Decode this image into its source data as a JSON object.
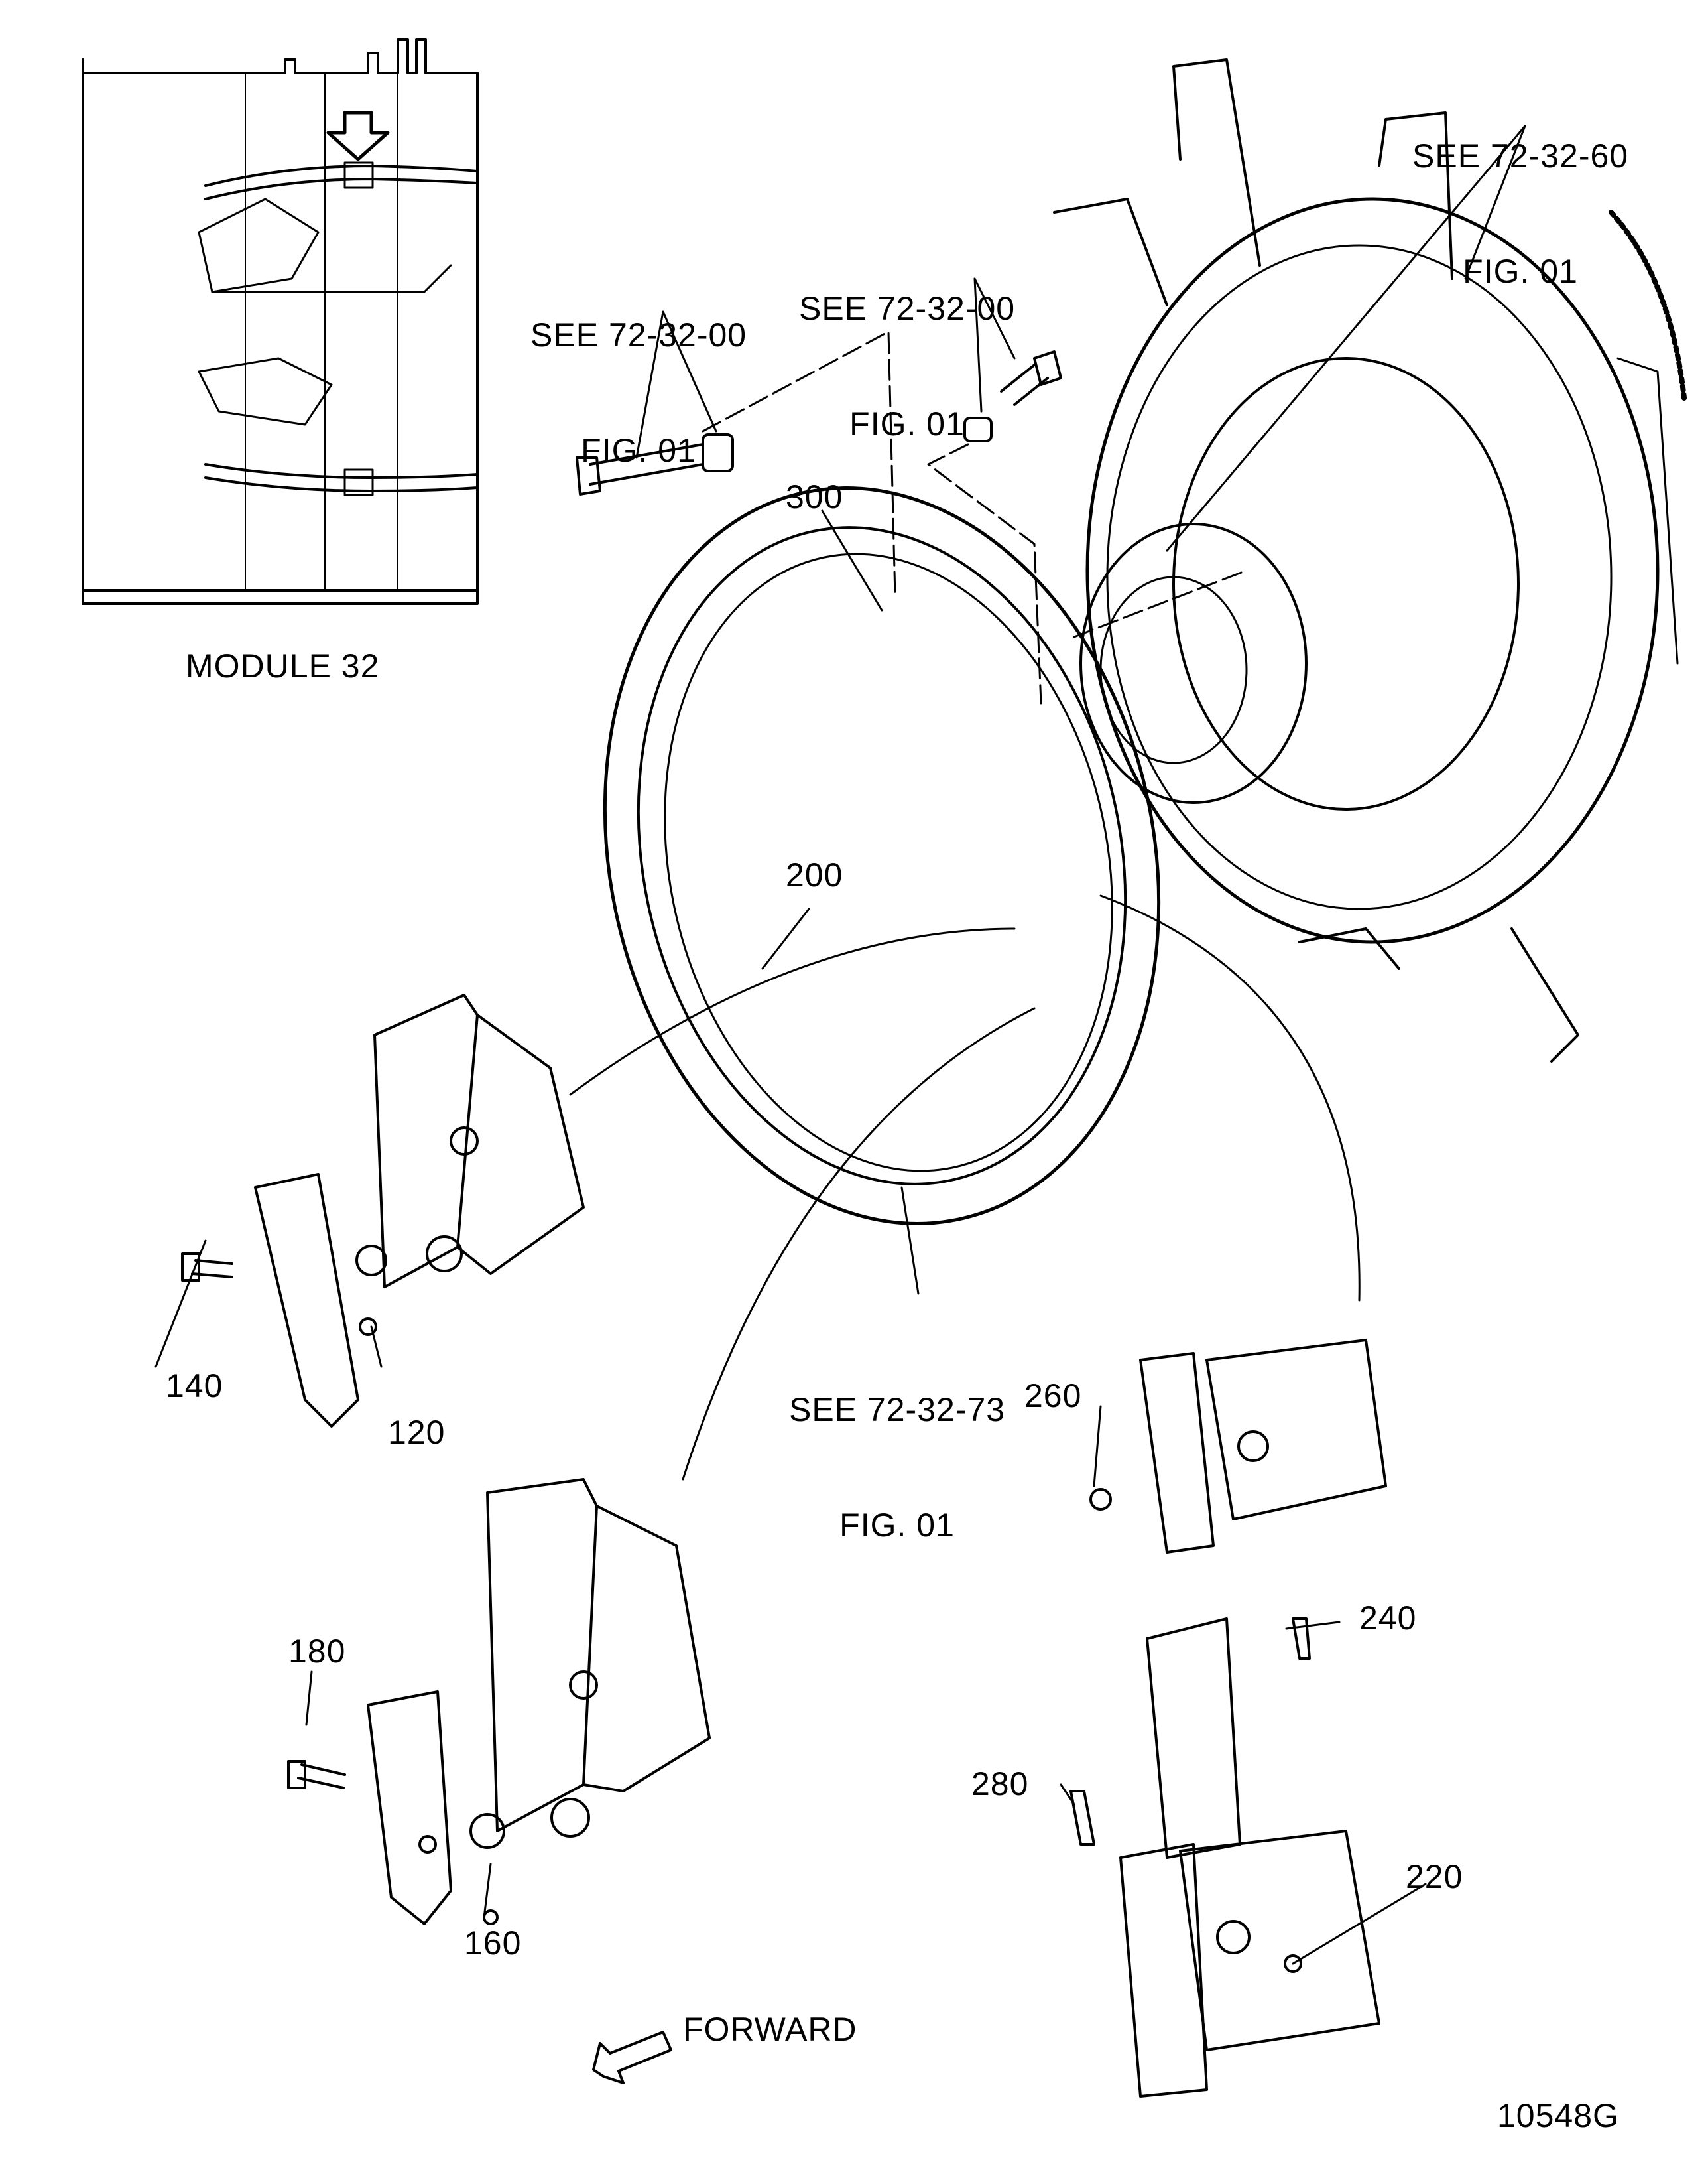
{
  "figure_id": "10548G",
  "inset": {
    "caption": "MODULE 32"
  },
  "references": [
    {
      "id": "ref-72-32-60",
      "line1": "SEE 72-32-60",
      "line2": "FIG. 01"
    },
    {
      "id": "ref-72-32-00-a",
      "line1": "SEE 72-32-00",
      "line2": "FIG. 01"
    },
    {
      "id": "ref-72-32-00-b",
      "line1": "SEE 72-32-00",
      "line2": "FIG. 01"
    },
    {
      "id": "ref-72-32-73",
      "line1": "SEE 72-32-73",
      "line2": "FIG. 01"
    }
  ],
  "callouts": {
    "c300": "300",
    "c200": "200",
    "c140": "140",
    "c120": "120",
    "c180": "180",
    "c160": "160",
    "c260": "260",
    "c240": "240",
    "c280": "280",
    "c220": "220"
  },
  "direction": {
    "label": "FORWARD",
    "icon": "forward-arrow-icon"
  }
}
